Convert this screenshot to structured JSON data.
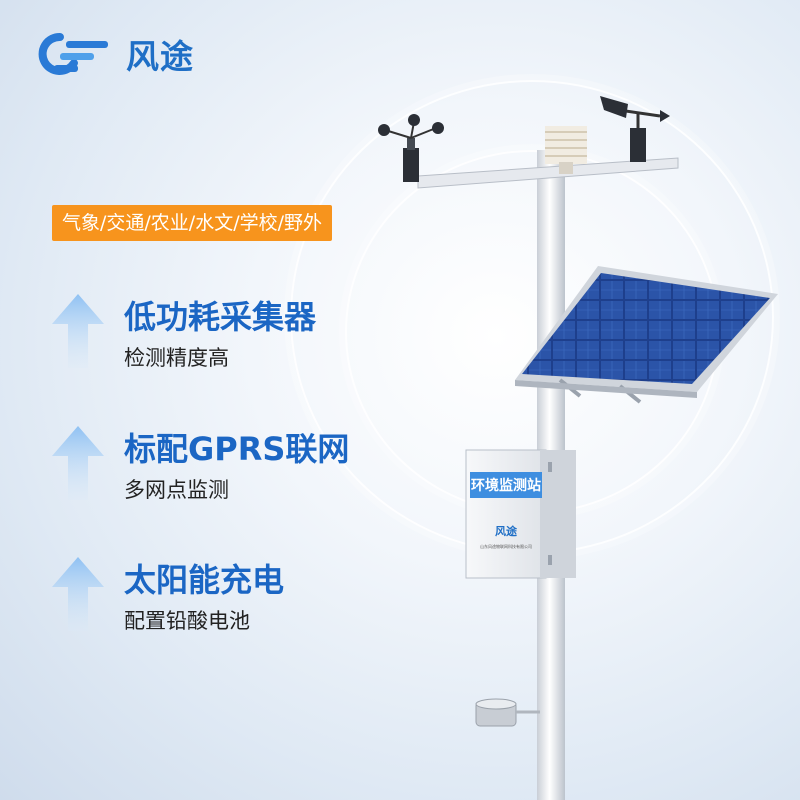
{
  "brand": {
    "name": "风途"
  },
  "tags": "气象/交通/农业/水文/学校/野外",
  "features": [
    {
      "title": "低功耗采集器",
      "subtitle": "检测精度高"
    },
    {
      "title": "标配GPRS联网",
      "subtitle": "多网点监测"
    },
    {
      "title": "太阳能充电",
      "subtitle": "配置铅酸电池"
    }
  ],
  "product_box": {
    "label": "环境监测站",
    "logo_text": "风途",
    "company": "山东风途物联网科技有限公司"
  },
  "colors": {
    "brand_blue": "#1b66c4",
    "tag_orange": "#f7941d"
  },
  "icons": [
    "brand-logo-icon",
    "up-arrow-icon"
  ]
}
